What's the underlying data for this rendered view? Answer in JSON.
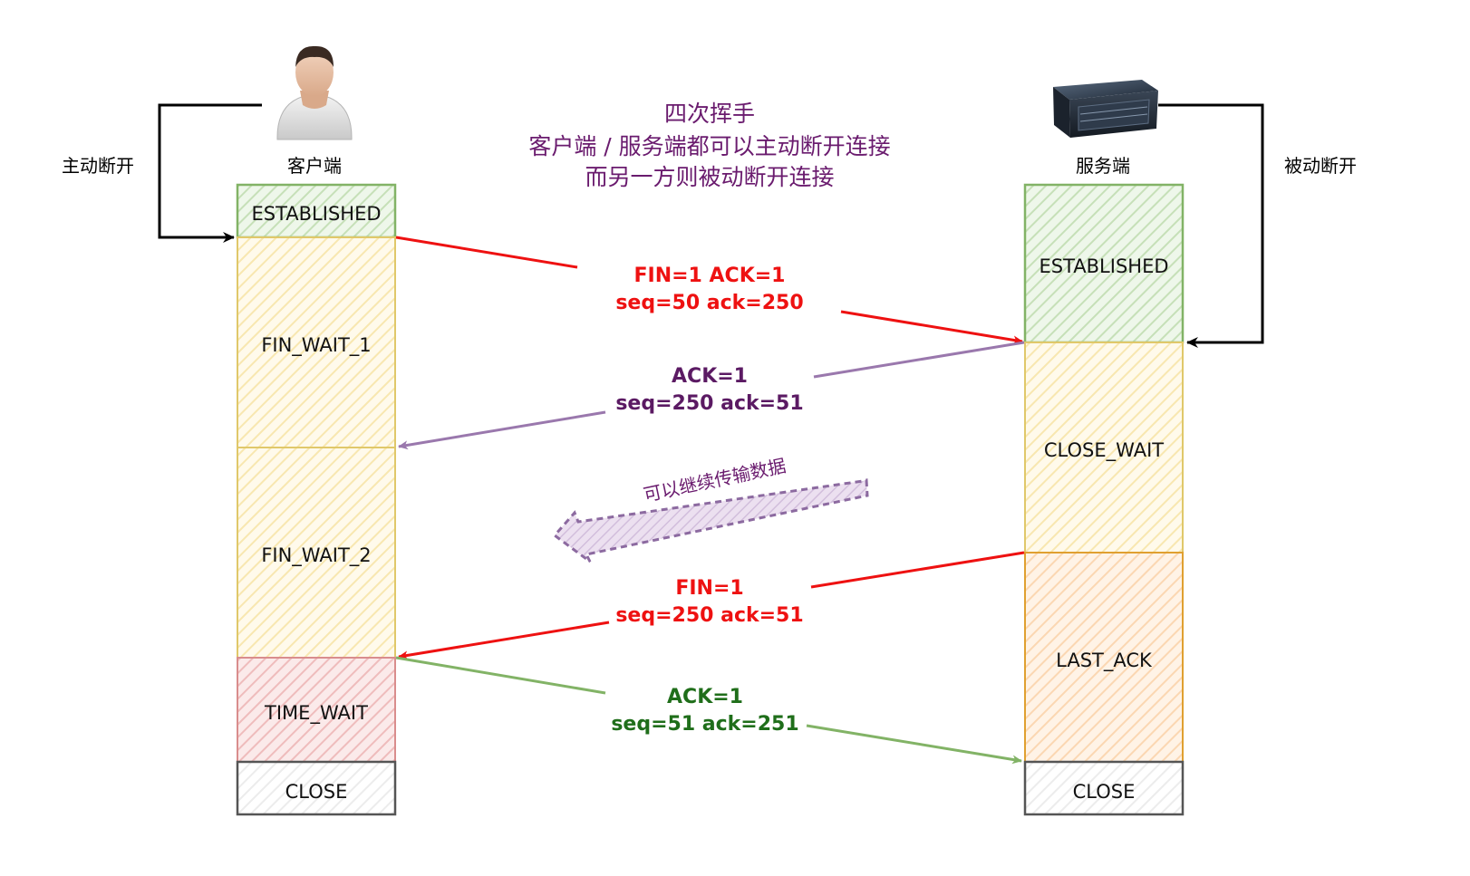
{
  "title_lines": [
    "四次挥手",
    "客户端 / 服务端都可以主动断开连接",
    "而另一方则被动断开连接"
  ],
  "colors": {
    "title": "#6a1b6e",
    "fin_red": "#ee1111",
    "ack_purple": "#5b1a63",
    "ack_green": "#1f6e1a",
    "arrow_purple": "#9a78ad",
    "arrow_green": "#82b366",
    "black": "#000000"
  },
  "client": {
    "label": "客户端",
    "side_note": "主动断开",
    "icon": "user-icon",
    "states": [
      {
        "name": "ESTABLISHED",
        "kind": "green"
      },
      {
        "name": "FIN_WAIT_1",
        "kind": "yellow"
      },
      {
        "name": "FIN_WAIT_2",
        "kind": "yellow"
      },
      {
        "name": "TIME_WAIT",
        "kind": "red"
      },
      {
        "name": "CLOSE",
        "kind": "gray"
      }
    ]
  },
  "server": {
    "label": "服务端",
    "side_note": "被动断开",
    "icon": "server-icon",
    "states": [
      {
        "name": "ESTABLISHED",
        "kind": "green"
      },
      {
        "name": "CLOSE_WAIT",
        "kind": "yellow"
      },
      {
        "name": "LAST_ACK",
        "kind": "orange"
      },
      {
        "name": "CLOSE",
        "kind": "gray"
      }
    ]
  },
  "messages": [
    {
      "id": "msg1",
      "lines": [
        "FIN=1  ACK=1",
        "seq=50 ack=250"
      ],
      "color": "#ee1111"
    },
    {
      "id": "msg2",
      "lines": [
        "ACK=1",
        "seq=250  ack=51"
      ],
      "color": "#5b1a63"
    },
    {
      "id": "msg3",
      "lines": [
        "FIN=1",
        "seq=250  ack=51"
      ],
      "color": "#ee1111"
    },
    {
      "id": "msg4",
      "lines": [
        "ACK=1",
        "seq=51  ack=251"
      ],
      "color": "#1f6e1a"
    }
  ],
  "data_transfer_note": "可以继续传输数据"
}
